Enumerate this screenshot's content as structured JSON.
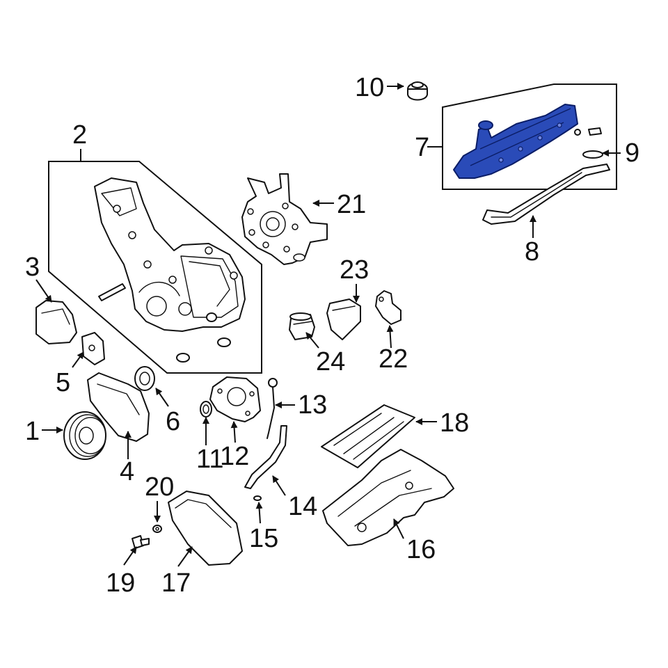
{
  "highlight_color": "#2a4bb8",
  "callouts": {
    "c1": "1",
    "c2": "2",
    "c3": "3",
    "c4": "4",
    "c5": "5",
    "c6": "6",
    "c7": "7",
    "c8": "8",
    "c9": "9",
    "c10": "10",
    "c11": "11",
    "c12": "12",
    "c13": "13",
    "c14": "14",
    "c15": "15",
    "c16": "16",
    "c17": "17",
    "c18": "18",
    "c19": "19",
    "c20": "20",
    "c21": "21",
    "c22": "22",
    "c23": "23",
    "c24": "24"
  }
}
